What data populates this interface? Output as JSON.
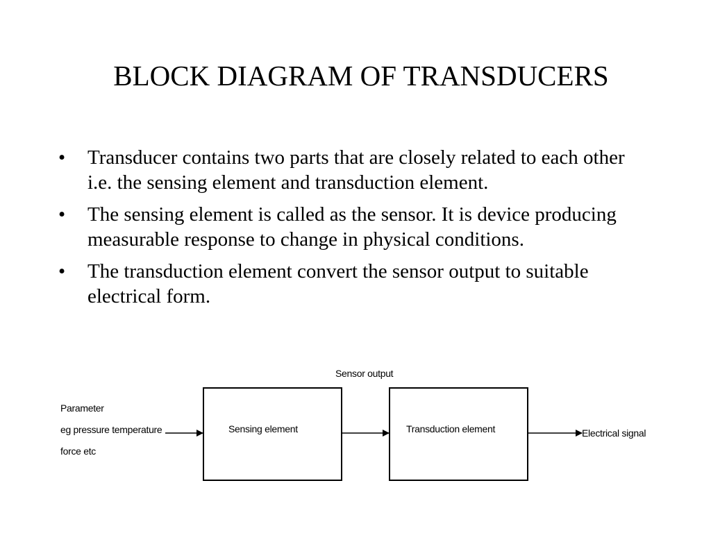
{
  "title": "BLOCK DIAGRAM OF TRANSDUCERS",
  "bullets": [
    "Transducer contains two parts that are closely related to each other i.e. the sensing element and transduction element.",
    "The sensing element is called as the sensor. It is device producing measurable response to change in physical conditions.",
    "The transduction element convert the sensor output to suitable electrical form."
  ],
  "bullet_symbol": "•",
  "diagram": {
    "input_lines": [
      "Parameter",
      "eg pressure temperature",
      "force etc"
    ],
    "sensing_block": "Sensing element",
    "sensor_output": "Sensor output",
    "transduction_block": "Transduction element",
    "output": "Electrical signal"
  }
}
